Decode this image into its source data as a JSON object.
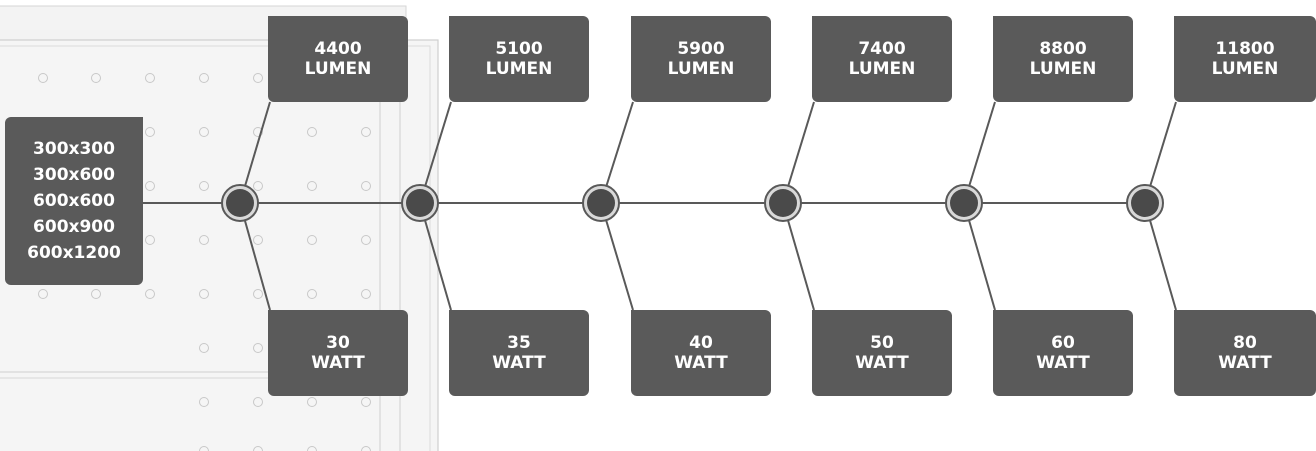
{
  "source_sizes": [
    "300x300",
    "300x600",
    "600x600",
    "600x900",
    "600x1200"
  ],
  "stages": [
    {
      "lumen_value": "4400",
      "lumen_unit": "LUMEN",
      "watt_value": "30",
      "watt_unit": "WATT"
    },
    {
      "lumen_value": "5100",
      "lumen_unit": "LUMEN",
      "watt_value": "35",
      "watt_unit": "WATT"
    },
    {
      "lumen_value": "5900",
      "lumen_unit": "LUMEN",
      "watt_value": "40",
      "watt_unit": "WATT"
    },
    {
      "lumen_value": "7400",
      "lumen_unit": "LUMEN",
      "watt_value": "50",
      "watt_unit": "WATT"
    },
    {
      "lumen_value": "8800",
      "lumen_unit": "LUMEN",
      "watt_value": "60",
      "watt_unit": "WATT"
    },
    {
      "lumen_value": "11800",
      "lumen_unit": "LUMEN",
      "watt_value": "80",
      "watt_unit": "WATT"
    }
  ],
  "colors": {
    "box_fill": "#5a5a5a",
    "text": "#ffffff",
    "connector": "#595959",
    "node_fill": "#4a4a4a",
    "node_ring": "#d9d9d9"
  },
  "background": {
    "description_icon": "led-panel-graphic"
  }
}
